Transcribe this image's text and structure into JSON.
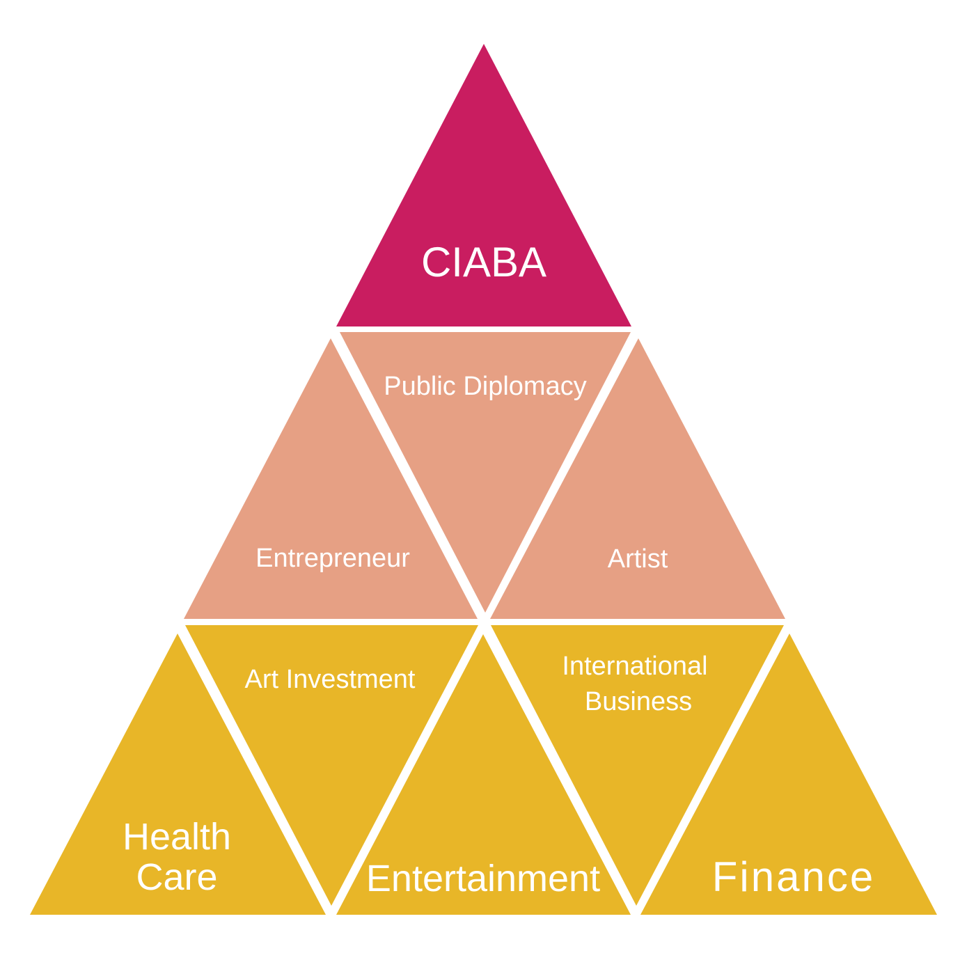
{
  "colors": {
    "top": "#c91d60",
    "middle": "#e6a084",
    "bottom": "#e8b628",
    "text": "#ffffff",
    "background": "#ffffff"
  },
  "pyramid": {
    "top": {
      "label": "CIABA"
    },
    "middle": {
      "left": {
        "label": "Entrepreneur"
      },
      "center": {
        "label": "Public Diplomacy"
      },
      "right": {
        "label": "Artist"
      }
    },
    "bottom": {
      "health_care": {
        "line1": "Health",
        "line2": "Care"
      },
      "art_investment": {
        "label": "Art Investment"
      },
      "entertainment": {
        "label": "Entertainment"
      },
      "international_business": {
        "line1": "International",
        "line2": "Business"
      },
      "finance": {
        "label": "Finance"
      }
    }
  }
}
